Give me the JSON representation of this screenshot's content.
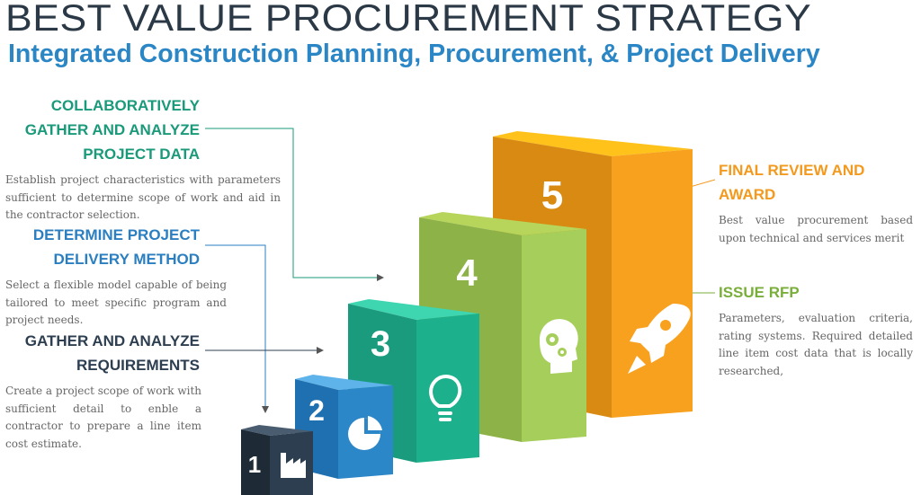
{
  "title": "BEST VALUE PROCUREMENT STRATEGY",
  "subtitle": "Integrated Construction Planning, Procurement, & Project Delivery",
  "colors": {
    "step1": "#2c3e50",
    "step2": "#2b86c5",
    "step3": "#1aaa86",
    "step4": "#8dba4c",
    "step5": "#f39a1e",
    "teal_heading": "#1a9a7a",
    "blue_heading": "#2b7fc0",
    "navy_heading": "#2c3e50",
    "orange_heading": "#f39a1e",
    "green_heading": "#7aae3b"
  },
  "steps": [
    {
      "number": "1",
      "icon": "factory-icon"
    },
    {
      "number": "2",
      "icon": "pie-chart-icon"
    },
    {
      "number": "3",
      "icon": "lightbulb-icon"
    },
    {
      "number": "4",
      "icon": "head-gears-icon"
    },
    {
      "number": "5",
      "icon": "rocket-icon"
    }
  ],
  "left_items": [
    {
      "heading_lines": [
        "COLLABORATIVELY",
        "GATHER AND ANALYZE",
        "PROJECT DATA"
      ],
      "description": "Establish project characteristics with parameters sufficient to determine scope of work and aid in the contractor selection."
    },
    {
      "heading_lines": [
        "DETERMINE PROJECT",
        "DELIVERY METHOD"
      ],
      "description": "Select a flexible model capable of being tailored to meet specific program and project needs."
    },
    {
      "heading_lines": [
        "GATHER AND ANALYZE",
        "REQUIREMENTS"
      ],
      "description": "Create a project scope of work with sufficient detail to enble a contractor to prepare a line item cost estimate."
    }
  ],
  "right_items": [
    {
      "heading_lines": [
        "FINAL REVIEW AND",
        "AWARD"
      ],
      "description": "Best value procurement based upon technical and services merit"
    },
    {
      "heading_lines": [
        "ISSUE RFP"
      ],
      "description": "Parameters, evaluation criteria, rating systems.  Required detailed line item cost data that is locally researched,"
    }
  ]
}
